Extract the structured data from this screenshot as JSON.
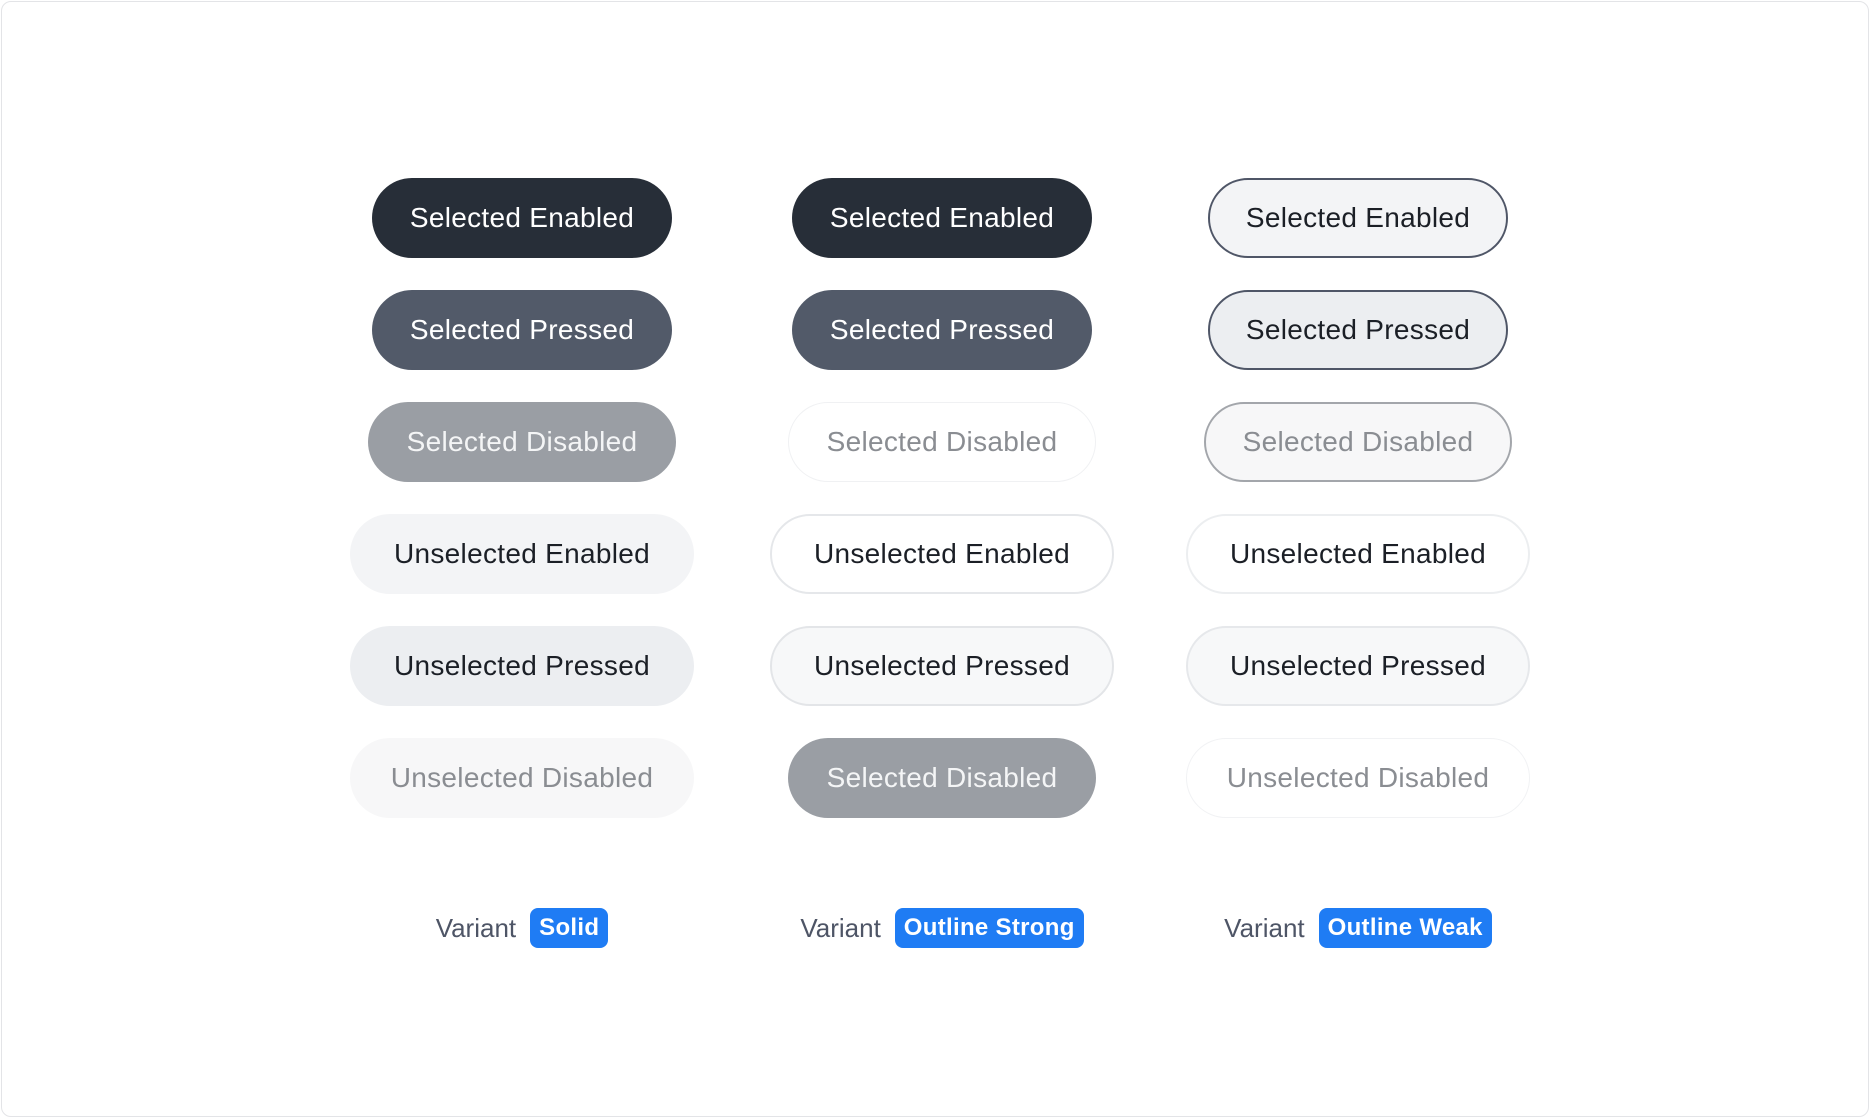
{
  "columns": [
    {
      "chips": [
        {
          "label": "Selected Enabled"
        },
        {
          "label": "Selected Pressed"
        },
        {
          "label": "Selected Disabled"
        },
        {
          "label": "Unselected Enabled"
        },
        {
          "label": "Unselected Pressed"
        },
        {
          "label": "Unselected Disabled"
        }
      ],
      "variant_label": "Variant",
      "variant_value": "Solid"
    },
    {
      "chips": [
        {
          "label": "Selected Enabled"
        },
        {
          "label": "Selected Pressed"
        },
        {
          "label": "Selected Disabled"
        },
        {
          "label": "Unselected Enabled"
        },
        {
          "label": "Unselected Pressed"
        },
        {
          "label": "Selected Disabled"
        }
      ],
      "variant_label": "Variant",
      "variant_value": "Outline Strong"
    },
    {
      "chips": [
        {
          "label": "Selected Enabled"
        },
        {
          "label": "Selected Pressed"
        },
        {
          "label": "Selected Disabled"
        },
        {
          "label": "Unselected Enabled"
        },
        {
          "label": "Unselected Pressed"
        },
        {
          "label": "Unselected Disabled"
        }
      ],
      "variant_label": "Variant",
      "variant_value": "Outline Weak"
    }
  ],
  "colors": {
    "selected_enabled_bg": "#272e38",
    "selected_pressed_bg": "#525a69",
    "disabled_bg": "#9a9ea4",
    "badge_bg": "#1f7cf4"
  }
}
